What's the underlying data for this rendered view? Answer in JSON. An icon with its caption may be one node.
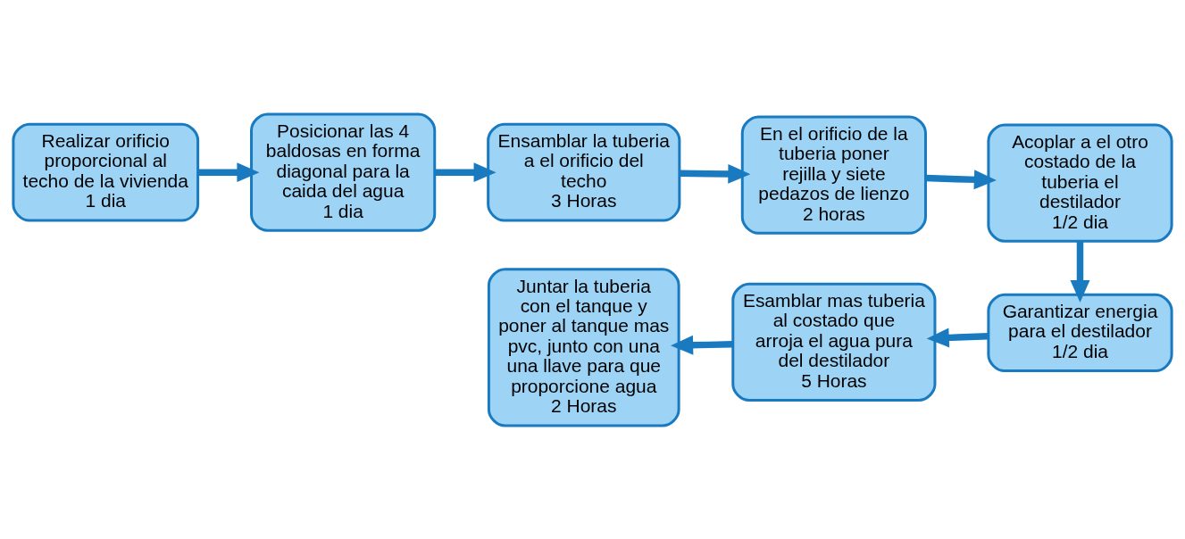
{
  "diagram": {
    "nodes": [
      {
        "text": [
          "Realizar orificio proporcional al techo de la vivienda",
          "1 dia"
        ]
      },
      {
        "text": [
          "Posicionar las 4 baldosas en forma diagonal para la caida del agua",
          "1 dia"
        ]
      },
      {
        "text": [
          "Ensamblar la tuberia a el orificio del techo",
          "3 Horas"
        ]
      },
      {
        "text": [
          "En el orificio de la tuberia poner rejilla y siete pedazos de lienzo",
          "2 horas"
        ]
      },
      {
        "text": [
          "Acoplar a el otro costado de la tuberia el destilador",
          "1/2 dia"
        ]
      },
      {
        "text": [
          "Garantizar energia para el destilador",
          "1/2 dia"
        ]
      },
      {
        "text": [
          "Esamblar mas tuberia al costado que arroja el agua pura del destilador",
          "5 Horas"
        ]
      },
      {
        "text": [
          "Juntar la tuberia con el tanque y poner al tanque mas pvc, junto con una una llave para que proporcione agua",
          "2 Horas"
        ]
      }
    ],
    "edges": [
      {
        "from": 0,
        "to": 1,
        "arrow": "to"
      },
      {
        "from": 1,
        "to": 2,
        "arrow": "to"
      },
      {
        "from": 2,
        "to": 3,
        "arrow": "to"
      },
      {
        "from": 3,
        "to": 4,
        "arrow": "to"
      },
      {
        "from": 4,
        "to": 5,
        "arrow": "to"
      },
      {
        "from": 5,
        "to": 6,
        "arrow": "to"
      },
      {
        "from": 6,
        "to": 7,
        "arrow": "to"
      }
    ]
  }
}
